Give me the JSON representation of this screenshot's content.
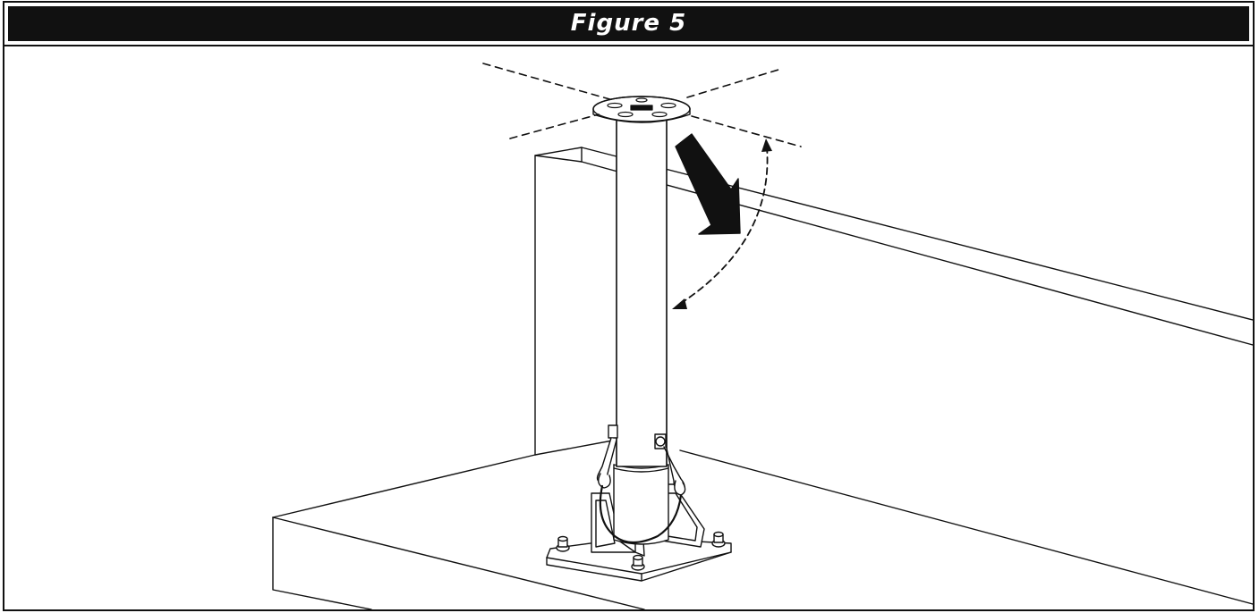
{
  "figure": {
    "title": "Figure 5"
  },
  "colors": {
    "ink": "#111111",
    "paper": "#ffffff"
  },
  "illustration": {
    "parts": [
      "wall",
      "ledge",
      "post-tube",
      "top-mount-plate",
      "base-plate",
      "gussets",
      "anchor-bolts",
      "safety-pins",
      "lanyard-cable",
      "rotation-arrow",
      "swing-arc",
      "alignment-lines"
    ]
  }
}
